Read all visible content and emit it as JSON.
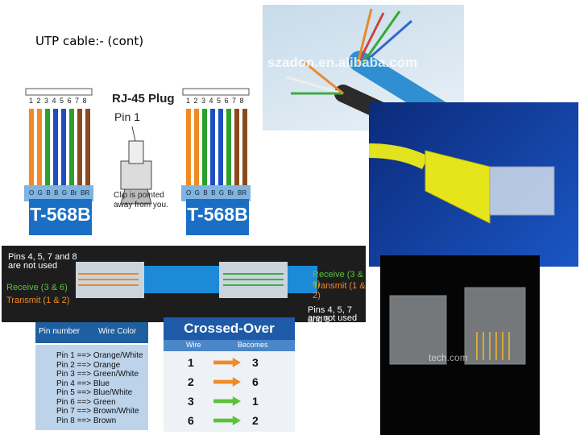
{
  "slide": {
    "title": "UTP cable:- (cont)"
  },
  "t568_diagram": {
    "pin_numbers": "1 2 3 4 5 6 7 8",
    "plug_title": "RJ-45 Plug",
    "pin1": "Pin 1",
    "clip_note_1": "Clip is pointed",
    "clip_note_2": "away from you.",
    "standard_left": "T-568B",
    "standard_right": "T-568B",
    "wire_codes": "O  G  B  B  G  Br  BR",
    "wire_colors": [
      "#f08a24",
      "#f08a24",
      "#2ca02c",
      "#1f4fbf",
      "#1f4fbf",
      "#2ca02c",
      "#8b4a1d",
      "#8b4a1d"
    ]
  },
  "photo_cable": {
    "watermark": "szadon.en.alibaba.com"
  },
  "crossover_photo": {
    "left_note_1": "Pins 4, 5, 7 and 8",
    "left_note_2": "are not used",
    "left_receive": "Receive (3 & 6)",
    "left_transmit": "Transmit (1 & 2)",
    "right_receive": "Receive (3 & 6)",
    "right_transmit": "Transmit (1 & 2)",
    "right_note_1": "Pins 4, 5, 7 and 8",
    "right_note_2": "are not used"
  },
  "pin_table": {
    "header_pin": "Pin number",
    "header_color": "Wire Color",
    "rows": [
      "Pin 1 ==> Orange/White",
      "Pin 2 ==> Orange",
      "Pin 3 ==> Green/White",
      "Pin 4 ==> Blue",
      "Pin 5 ==> Blue/White",
      "Pin 6 ==> Green",
      "Pin 7 ==> Brown/White",
      "Pin 8 ==> Brown"
    ]
  },
  "crossed_over": {
    "title": "Crossed-Over",
    "col_wire": "Wire",
    "col_becomes": "Becomes",
    "rows": [
      {
        "wire": "1",
        "becomes": "3",
        "arrow_color": "#f08a24"
      },
      {
        "wire": "2",
        "becomes": "6",
        "arrow_color": "#f08a24"
      },
      {
        "wire": "3",
        "becomes": "1",
        "arrow_color": "#5cc23a"
      },
      {
        "wire": "6",
        "becomes": "2",
        "arrow_color": "#5cc23a"
      }
    ]
  },
  "photo_connectors": {
    "watermark": "tech.com"
  }
}
